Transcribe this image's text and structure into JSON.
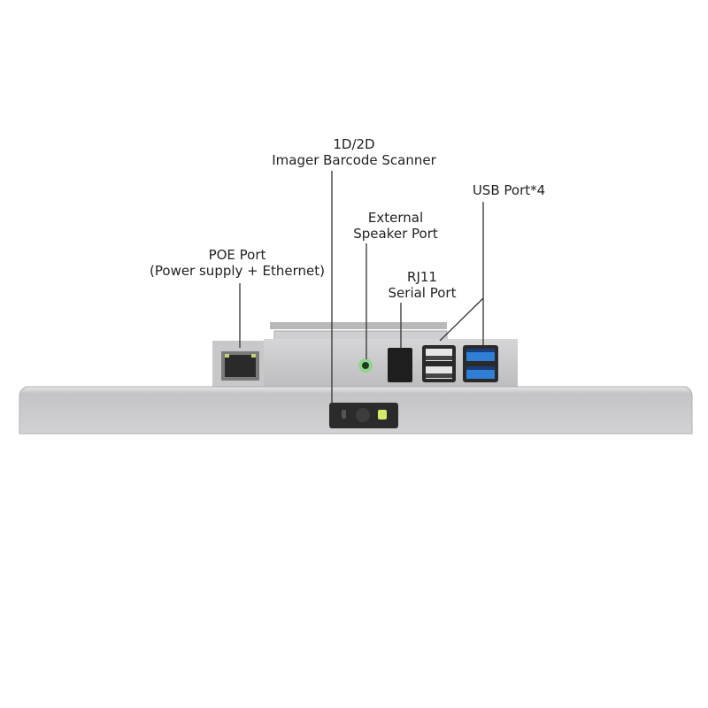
{
  "labels": {
    "scanner": {
      "line1": "1D/2D",
      "line2": "Imager Barcode Scanner"
    },
    "usb": {
      "line1": "USB Port*4"
    },
    "speaker": {
      "line1": "External",
      "line2": "Speaker Port"
    },
    "rj11": {
      "line1": "RJ11",
      "line2": "Serial Port"
    },
    "poe": {
      "line1": "POE Port",
      "line2": "(Power supply + Ethernet)"
    }
  },
  "colors": {
    "device_body": "#c9c9cb",
    "usb3_blue": "#2f7fd6",
    "jack_green": "#8fd48f",
    "scanner_led": "#d8e86a"
  }
}
